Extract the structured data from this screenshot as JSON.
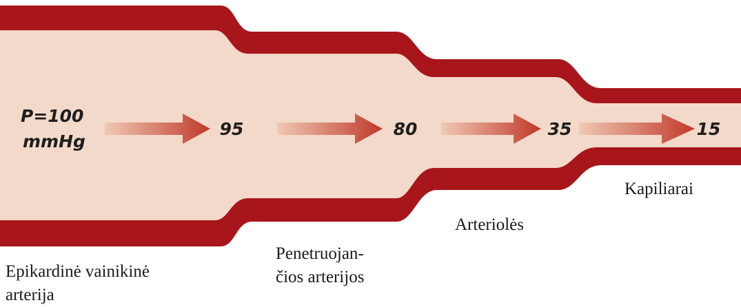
{
  "diagram": {
    "colors": {
      "vessel_wall": "#a8161b",
      "vessel_lumen": "#f3d9c9",
      "arrow_start": "#f0c8b4",
      "arrow_end": "#c0392b",
      "text": "#1e1e1e"
    },
    "pressure": {
      "initial_line1": "P=100",
      "initial_line2": "mmHg",
      "values": [
        "95",
        "80",
        "35",
        "15"
      ]
    },
    "segments": {
      "epicardial_line1": "Epikardinė vainikinė",
      "epicardial_line2": "arterija",
      "penetrating_line1": "Penetruojan-",
      "penetrating_line2": "čios arterijos",
      "arterioles": "Arteriolės",
      "capillaries": "Kapiliarai"
    }
  }
}
